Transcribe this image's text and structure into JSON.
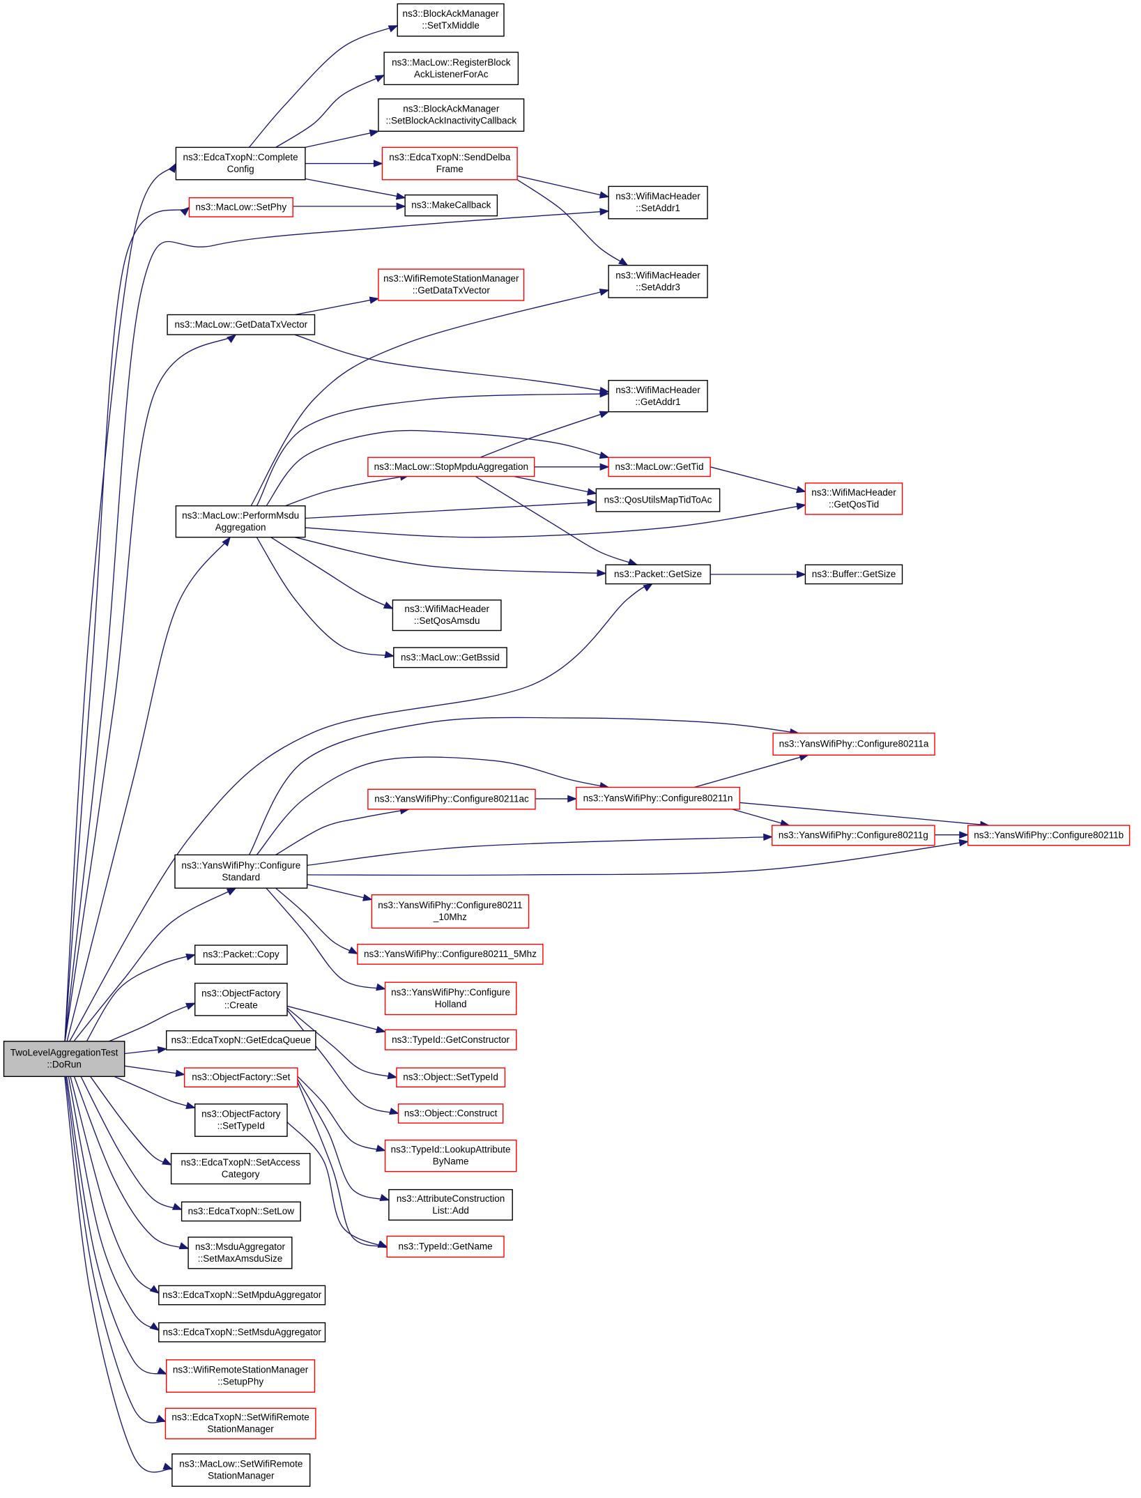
{
  "diagram": {
    "colors": {
      "edge": "#191970",
      "normal_border": "#000000",
      "highlight_border": "#ff0000",
      "root_fill": "#bfbfbf"
    },
    "nodes": [
      {
        "id": "root",
        "lines": [
          "TwoLevelAggregationTest",
          "::DoRun"
        ],
        "style": "root"
      },
      {
        "id": "completeConfig",
        "lines": [
          "ns3::EdcaTxopN::Complete",
          "Config"
        ],
        "style": "normal"
      },
      {
        "id": "setPhy",
        "lines": [
          "ns3::MacLow::SetPhy"
        ],
        "style": "red"
      },
      {
        "id": "getDataTxVectorLow",
        "lines": [
          "ns3::MacLow::GetDataTxVector"
        ],
        "style": "normal"
      },
      {
        "id": "performMsdu",
        "lines": [
          "ns3::MacLow::PerformMsdu",
          "Aggregation"
        ],
        "style": "normal"
      },
      {
        "id": "configureStandard",
        "lines": [
          "ns3::YansWifiPhy::Configure",
          "Standard"
        ],
        "style": "normal"
      },
      {
        "id": "packetCopy",
        "lines": [
          "ns3::Packet::Copy"
        ],
        "style": "normal"
      },
      {
        "id": "ofCreate",
        "lines": [
          "ns3::ObjectFactory",
          "::Create"
        ],
        "style": "normal"
      },
      {
        "id": "getEdcaQueue",
        "lines": [
          "ns3::EdcaTxopN::GetEdcaQueue"
        ],
        "style": "normal"
      },
      {
        "id": "ofSet",
        "lines": [
          "ns3::ObjectFactory::Set"
        ],
        "style": "red"
      },
      {
        "id": "ofSetTypeId",
        "lines": [
          "ns3::ObjectFactory",
          "::SetTypeId"
        ],
        "style": "normal"
      },
      {
        "id": "setAccessCategory",
        "lines": [
          "ns3::EdcaTxopN::SetAccess",
          "Category"
        ],
        "style": "normal"
      },
      {
        "id": "setLow",
        "lines": [
          "ns3::EdcaTxopN::SetLow"
        ],
        "style": "normal"
      },
      {
        "id": "setMaxAmsdu",
        "lines": [
          "ns3::MsduAggregator",
          "::SetMaxAmsduSize"
        ],
        "style": "normal"
      },
      {
        "id": "setMpduAgg",
        "lines": [
          "ns3::EdcaTxopN::SetMpduAggregator"
        ],
        "style": "normal"
      },
      {
        "id": "setMsduAgg",
        "lines": [
          "ns3::EdcaTxopN::SetMsduAggregator"
        ],
        "style": "normal"
      },
      {
        "id": "setupPhy",
        "lines": [
          "ns3::WifiRemoteStationManager",
          "::SetupPhy"
        ],
        "style": "red"
      },
      {
        "id": "edcaSetWrsm",
        "lines": [
          "ns3::EdcaTxopN::SetWifiRemote",
          "StationManager"
        ],
        "style": "red"
      },
      {
        "id": "macLowSetWrsm",
        "lines": [
          "ns3::MacLow::SetWifiRemote",
          "StationManager"
        ],
        "style": "normal"
      },
      {
        "id": "setTxMiddle",
        "lines": [
          "ns3::BlockAckManager",
          "::SetTxMiddle"
        ],
        "style": "normal"
      },
      {
        "id": "registerBlockAck",
        "lines": [
          "ns3::MacLow::RegisterBlock",
          "AckListenerForAc"
        ],
        "style": "normal"
      },
      {
        "id": "setBlockAckInactivity",
        "lines": [
          "ns3::BlockAckManager",
          "::SetBlockAckInactivityCallback"
        ],
        "style": "normal"
      },
      {
        "id": "sendDelba",
        "lines": [
          "ns3::EdcaTxopN::SendDelba",
          "Frame"
        ],
        "style": "red"
      },
      {
        "id": "makeCallback",
        "lines": [
          "ns3::MakeCallback"
        ],
        "style": "normal"
      },
      {
        "id": "setAddr1",
        "lines": [
          "ns3::WifiMacHeader",
          "::SetAddr1"
        ],
        "style": "normal"
      },
      {
        "id": "getDataTxVectorWrsm",
        "lines": [
          "ns3::WifiRemoteStationManager",
          "::GetDataTxVector"
        ],
        "style": "red"
      },
      {
        "id": "setAddr3",
        "lines": [
          "ns3::WifiMacHeader",
          "::SetAddr3"
        ],
        "style": "normal"
      },
      {
        "id": "getAddr1",
        "lines": [
          "ns3::WifiMacHeader",
          "::GetAddr1"
        ],
        "style": "normal"
      },
      {
        "id": "stopMpdu",
        "lines": [
          "ns3::MacLow::StopMpduAggregation"
        ],
        "style": "red"
      },
      {
        "id": "getTid",
        "lines": [
          "ns3::MacLow::GetTid"
        ],
        "style": "red"
      },
      {
        "id": "qosUtils",
        "lines": [
          "ns3::QosUtilsMapTidToAc"
        ],
        "style": "normal"
      },
      {
        "id": "getQosTid",
        "lines": [
          "ns3::WifiMacHeader",
          "::GetQosTid"
        ],
        "style": "red"
      },
      {
        "id": "packetGetSize",
        "lines": [
          "ns3::Packet::GetSize"
        ],
        "style": "normal"
      },
      {
        "id": "bufferGetSize",
        "lines": [
          "ns3::Buffer::GetSize"
        ],
        "style": "normal"
      },
      {
        "id": "setQosAmsdu",
        "lines": [
          "ns3::WifiMacHeader",
          "::SetQosAmsdu"
        ],
        "style": "normal"
      },
      {
        "id": "getBssid",
        "lines": [
          "ns3::MacLow::GetBssid"
        ],
        "style": "normal"
      },
      {
        "id": "cfg11a",
        "lines": [
          "ns3::YansWifiPhy::Configure80211a"
        ],
        "style": "red"
      },
      {
        "id": "cfg11ac",
        "lines": [
          "ns3::YansWifiPhy::Configure80211ac"
        ],
        "style": "red"
      },
      {
        "id": "cfg11n",
        "lines": [
          "ns3::YansWifiPhy::Configure80211n"
        ],
        "style": "red"
      },
      {
        "id": "cfg11g",
        "lines": [
          "ns3::YansWifiPhy::Configure80211g"
        ],
        "style": "red"
      },
      {
        "id": "cfg11b",
        "lines": [
          "ns3::YansWifiPhy::Configure80211b"
        ],
        "style": "red"
      },
      {
        "id": "cfg10",
        "lines": [
          "ns3::YansWifiPhy::Configure80211",
          "_10Mhz"
        ],
        "style": "red"
      },
      {
        "id": "cfg5",
        "lines": [
          "ns3::YansWifiPhy::Configure80211_5Mhz"
        ],
        "style": "red"
      },
      {
        "id": "cfgHolland",
        "lines": [
          "ns3::YansWifiPhy::Configure",
          "Holland"
        ],
        "style": "red"
      },
      {
        "id": "getConstructor",
        "lines": [
          "ns3::TypeId::GetConstructor"
        ],
        "style": "red"
      },
      {
        "id": "objSetTypeId",
        "lines": [
          "ns3::Object::SetTypeId"
        ],
        "style": "red"
      },
      {
        "id": "objConstruct",
        "lines": [
          "ns3::Object::Construct"
        ],
        "style": "red"
      },
      {
        "id": "lookupAttr",
        "lines": [
          "ns3::TypeId::LookupAttribute",
          "ByName"
        ],
        "style": "red"
      },
      {
        "id": "attrAdd",
        "lines": [
          "ns3::AttributeConstruction",
          "List::Add"
        ],
        "style": "normal"
      },
      {
        "id": "typeIdGetName",
        "lines": [
          "ns3::TypeId::GetName"
        ],
        "style": "red"
      }
    ],
    "edges": [
      [
        "root",
        "completeConfig"
      ],
      [
        "root",
        "setPhy"
      ],
      [
        "root",
        "setAddr1"
      ],
      [
        "root",
        "getDataTxVectorLow"
      ],
      [
        "root",
        "performMsdu"
      ],
      [
        "root",
        "packetGetSize"
      ],
      [
        "root",
        "configureStandard"
      ],
      [
        "root",
        "packetCopy"
      ],
      [
        "root",
        "ofCreate"
      ],
      [
        "root",
        "getEdcaQueue"
      ],
      [
        "root",
        "ofSet"
      ],
      [
        "root",
        "ofSetTypeId"
      ],
      [
        "root",
        "setAccessCategory"
      ],
      [
        "root",
        "setLow"
      ],
      [
        "root",
        "setMaxAmsdu"
      ],
      [
        "root",
        "setMpduAgg"
      ],
      [
        "root",
        "setMsduAgg"
      ],
      [
        "root",
        "setupPhy"
      ],
      [
        "root",
        "edcaSetWrsm"
      ],
      [
        "root",
        "macLowSetWrsm"
      ],
      [
        "completeConfig",
        "setTxMiddle"
      ],
      [
        "completeConfig",
        "registerBlockAck"
      ],
      [
        "completeConfig",
        "setBlockAckInactivity"
      ],
      [
        "completeConfig",
        "sendDelba"
      ],
      [
        "completeConfig",
        "makeCallback"
      ],
      [
        "sendDelba",
        "setAddr1"
      ],
      [
        "sendDelba",
        "setAddr3"
      ],
      [
        "setPhy",
        "makeCallback"
      ],
      [
        "getDataTxVectorLow",
        "getDataTxVectorWrsm"
      ],
      [
        "getDataTxVectorLow",
        "getAddr1"
      ],
      [
        "performMsdu",
        "setAddr3"
      ],
      [
        "performMsdu",
        "getAddr1"
      ],
      [
        "performMsdu",
        "getTid"
      ],
      [
        "performMsdu",
        "stopMpdu"
      ],
      [
        "performMsdu",
        "qosUtils"
      ],
      [
        "performMsdu",
        "getQosTid"
      ],
      [
        "performMsdu",
        "packetGetSize"
      ],
      [
        "performMsdu",
        "setQosAmsdu"
      ],
      [
        "performMsdu",
        "getBssid"
      ],
      [
        "stopMpdu",
        "getAddr1"
      ],
      [
        "stopMpdu",
        "getTid"
      ],
      [
        "stopMpdu",
        "qosUtils"
      ],
      [
        "stopMpdu",
        "packetGetSize"
      ],
      [
        "getTid",
        "getQosTid"
      ],
      [
        "packetGetSize",
        "bufferGetSize"
      ],
      [
        "configureStandard",
        "cfg11a"
      ],
      [
        "configureStandard",
        "cfg11n"
      ],
      [
        "configureStandard",
        "cfg11ac"
      ],
      [
        "configureStandard",
        "cfg11g"
      ],
      [
        "configureStandard",
        "cfg11b"
      ],
      [
        "configureStandard",
        "cfg10"
      ],
      [
        "configureStandard",
        "cfg5"
      ],
      [
        "configureStandard",
        "cfgHolland"
      ],
      [
        "cfg11ac",
        "cfg11n"
      ],
      [
        "cfg11n",
        "cfg11a"
      ],
      [
        "cfg11n",
        "cfg11g"
      ],
      [
        "cfg11n",
        "cfg11b"
      ],
      [
        "cfg11g",
        "cfg11b"
      ],
      [
        "ofCreate",
        "getConstructor"
      ],
      [
        "ofCreate",
        "objSetTypeId"
      ],
      [
        "ofCreate",
        "objConstruct"
      ],
      [
        "ofSet",
        "lookupAttr"
      ],
      [
        "ofSet",
        "attrAdd"
      ],
      [
        "ofSet",
        "typeIdGetName"
      ],
      [
        "ofSetTypeId",
        "typeIdGetName"
      ]
    ]
  }
}
